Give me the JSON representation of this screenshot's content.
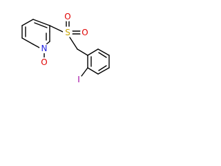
{
  "molecule": {
    "atoms": {
      "sulfur": {
        "symbol": "S",
        "color": "#c8a400"
      },
      "sulfonyl_oxygen_left": {
        "symbol": "O",
        "color": "#e00000"
      },
      "sulfonyl_oxygen_right": {
        "symbol": "O",
        "color": "#e00000"
      },
      "pyridine_nitrogen": {
        "symbol": "N",
        "color": "#2020e0"
      },
      "n_oxide_oxygen": {
        "symbol": "O",
        "color": "#e00000"
      },
      "iodine": {
        "symbol": "I",
        "color": "#a000a0"
      }
    },
    "bond_color": "#000000"
  }
}
